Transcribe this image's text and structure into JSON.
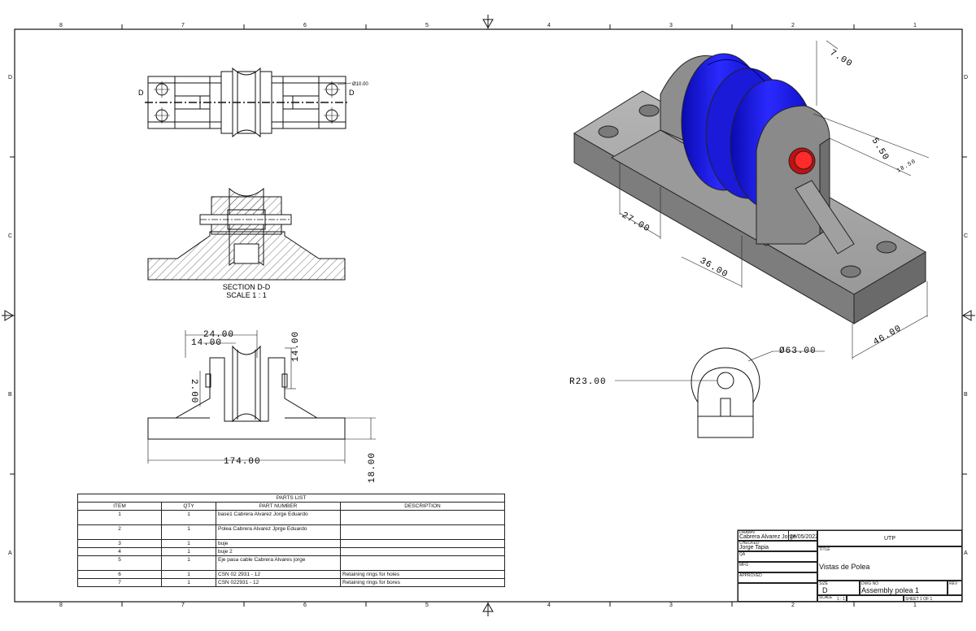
{
  "border": {
    "top_columns": [
      "8",
      "7",
      "6",
      "5",
      "4",
      "3",
      "2",
      "1"
    ],
    "bottom_columns": [
      "8",
      "7",
      "6",
      "5",
      "4",
      "3",
      "2",
      "1"
    ],
    "left_rows": [
      "D",
      "C",
      "B",
      "A"
    ],
    "right_rows": [
      "D",
      "C",
      "B",
      "A"
    ]
  },
  "top_view": {
    "section_marker_left": "D",
    "section_marker_right": "D",
    "hole_dimension": "Ø10.00"
  },
  "section_view": {
    "title": "SECTION D-D",
    "scale": "SCALE 1 : 1"
  },
  "front_view": {
    "dim_width_top": "24.00",
    "dim_width_inner": "14.00",
    "dim_height_right": "14.00",
    "dim_left_vertical": "2.00",
    "dim_total_length": "174.00",
    "dim_total_height": "18.00"
  },
  "iso_view": {
    "dims": [
      "7.00",
      "5.50",
      "18.50",
      "27.00",
      "36.00",
      "46.00"
    ],
    "colors": {
      "pulley": "#1e1ee6",
      "pin": "#e01515",
      "body": "#8a8a8a"
    }
  },
  "side_view": {
    "dim_diameter": "Ø63.00",
    "dim_radius": "R23.00"
  },
  "parts_list": {
    "title": "PARTS LIST",
    "headers": [
      "ITEM",
      "QTY",
      "PART NUMBER",
      "DESCRIPTION"
    ],
    "rows": [
      [
        "1",
        "1",
        "base1 Cabrera Alvarez Jorge Eduardo",
        ""
      ],
      [
        "2",
        "1",
        "Polea Cabrera Alvarez Jprge Eduardo",
        ""
      ],
      [
        "3",
        "1",
        "buje",
        ""
      ],
      [
        "4",
        "1",
        "buje 2",
        ""
      ],
      [
        "5",
        "1",
        "Eje pasa cable Cabrera Alvares jorge",
        ""
      ],
      [
        "6",
        "1",
        "CSN 02 2931 - 12",
        "Retaining rings for holes"
      ],
      [
        "7",
        "1",
        "CSN 022931 - 12",
        "Retaining rings for bores"
      ]
    ]
  },
  "title_block": {
    "drawn_label": "DRAWN",
    "drawn_name": "Cabrera Alvarez Jorge",
    "drawn_date": "28/05/2022",
    "checked_label": "CHECKED",
    "checked_name": "Jorge Tapia",
    "qa_label": "QA",
    "mfg_label": "MFG",
    "approved_label": "APPROVED",
    "company": "UTP",
    "title_label": "TITLE",
    "title": "Vistas de Polea",
    "size_label": "SIZE",
    "size": "D",
    "dwg_label": "DWG NO",
    "dwg_no": "Assembly polea 1",
    "rev_label": "REV",
    "scale_label": "SCALE",
    "scale": "1 : 1",
    "sheet": "SHEET 1  OF 1"
  }
}
